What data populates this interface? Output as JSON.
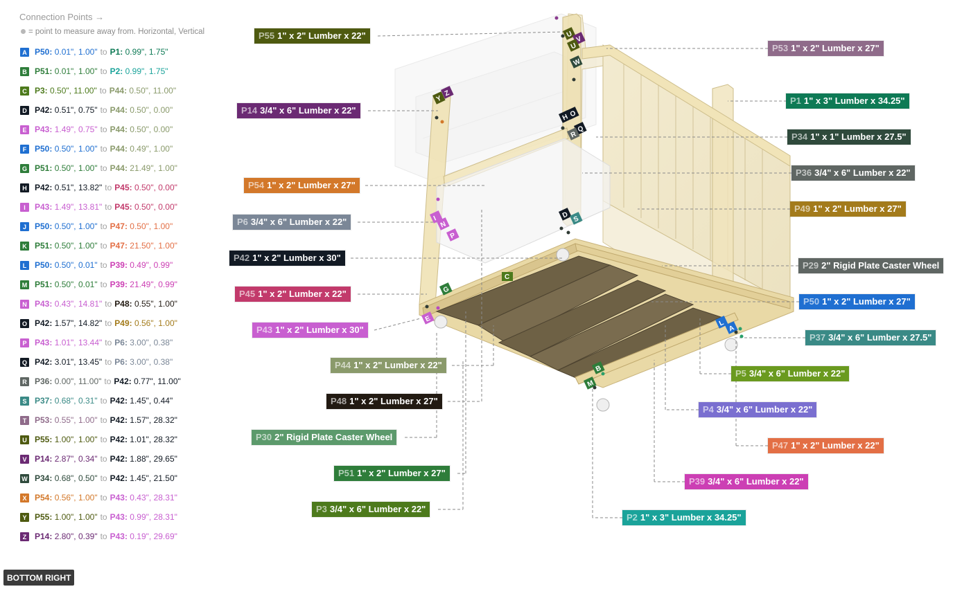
{
  "panel": {
    "title": "Connection Points →",
    "note": "= point to measure away from. Horizontal, Vertical"
  },
  "connection_points": [
    {
      "letter": "A",
      "badge": "#1f6fd1",
      "a_id": "P50",
      "a_val": "0.01\", 1.00\"",
      "a_color": "#1f6fd1",
      "b_id": "P1",
      "b_val": "0.99\", 1.75\"",
      "b_color": "#0e7a55"
    },
    {
      "letter": "B",
      "badge": "#2e7d3a",
      "a_id": "P51",
      "a_val": "0.01\", 1.00\"",
      "a_color": "#2e7d3a",
      "b_id": "P2",
      "b_val": "0.99\", 1.75\"",
      "b_color": "#1aa39a"
    },
    {
      "letter": "C",
      "badge": "#4d7a1c",
      "a_id": "P3",
      "a_val": "0.50\", 11.00\"",
      "a_color": "#4d7a1c",
      "b_id": "P44",
      "b_val": "0.50\", 11.00\"",
      "b_color": "#8a9a6b"
    },
    {
      "letter": "D",
      "badge": "#121a24",
      "a_id": "P42",
      "a_val": "0.51\", 0.75\"",
      "a_color": "#121a24",
      "b_id": "P44",
      "b_val": "0.50\", 0.00\"",
      "b_color": "#8a9a6b"
    },
    {
      "letter": "E",
      "badge": "#c85fd0",
      "a_id": "P43",
      "a_val": "1.49\", 0.75\"",
      "a_color": "#c85fd0",
      "b_id": "P44",
      "b_val": "0.50\", 0.00\"",
      "b_color": "#8a9a6b"
    },
    {
      "letter": "F",
      "badge": "#1f6fd1",
      "a_id": "P50",
      "a_val": "0.50\", 1.00\"",
      "a_color": "#1f6fd1",
      "b_id": "P44",
      "b_val": "0.49\", 1.00\"",
      "b_color": "#8a9a6b"
    },
    {
      "letter": "G",
      "badge": "#2e7d3a",
      "a_id": "P51",
      "a_val": "0.50\", 1.00\"",
      "a_color": "#2e7d3a",
      "b_id": "P44",
      "b_val": "21.49\", 1.00\"",
      "b_color": "#8a9a6b"
    },
    {
      "letter": "H",
      "badge": "#121a24",
      "a_id": "P42",
      "a_val": "0.51\", 13.82\"",
      "a_color": "#121a24",
      "b_id": "P45",
      "b_val": "0.50\", 0.00\"",
      "b_color": "#c23a6b"
    },
    {
      "letter": "I",
      "badge": "#c85fd0",
      "a_id": "P43",
      "a_val": "1.49\", 13.81\"",
      "a_color": "#c85fd0",
      "b_id": "P45",
      "b_val": "0.50\", 0.00\"",
      "b_color": "#c23a6b"
    },
    {
      "letter": "J",
      "badge": "#1f6fd1",
      "a_id": "P50",
      "a_val": "0.50\", 1.00\"",
      "a_color": "#1f6fd1",
      "b_id": "P47",
      "b_val": "0.50\", 1.00\"",
      "b_color": "#e36f45"
    },
    {
      "letter": "K",
      "badge": "#2e7d3a",
      "a_id": "P51",
      "a_val": "0.50\", 1.00\"",
      "a_color": "#2e7d3a",
      "b_id": "P47",
      "b_val": "21.50\", 1.00\"",
      "b_color": "#e36f45"
    },
    {
      "letter": "L",
      "badge": "#1f6fd1",
      "a_id": "P50",
      "a_val": "0.50\", 0.01\"",
      "a_color": "#1f6fd1",
      "b_id": "P39",
      "b_val": "0.49\", 0.99\"",
      "b_color": "#cc3fb4"
    },
    {
      "letter": "M",
      "badge": "#2e7d3a",
      "a_id": "P51",
      "a_val": "0.50\", 0.01\"",
      "a_color": "#2e7d3a",
      "b_id": "P39",
      "b_val": "21.49\", 0.99\"",
      "b_color": "#cc3fb4"
    },
    {
      "letter": "N",
      "badge": "#c85fd0",
      "a_id": "P43",
      "a_val": "0.43\", 14.81\"",
      "a_color": "#c85fd0",
      "b_id": "P48",
      "b_val": "0.55\", 1.00\"",
      "b_color": "#221a12"
    },
    {
      "letter": "O",
      "badge": "#121a24",
      "a_id": "P42",
      "a_val": "1.57\", 14.82\"",
      "a_color": "#121a24",
      "b_id": "P49",
      "b_val": "0.56\", 1.00\"",
      "b_color": "#a37b1b"
    },
    {
      "letter": "P",
      "badge": "#c85fd0",
      "a_id": "P43",
      "a_val": "1.01\", 13.44\"",
      "a_color": "#c85fd0",
      "b_id": "P6",
      "b_val": "3.00\", 0.38\"",
      "b_color": "#7b8797"
    },
    {
      "letter": "Q",
      "badge": "#121a24",
      "a_id": "P42",
      "a_val": "3.01\", 13.45\"",
      "a_color": "#121a24",
      "b_id": "P6",
      "b_val": "3.00\", 0.38\"",
      "b_color": "#7b8797"
    },
    {
      "letter": "R",
      "badge": "#5f6663",
      "a_id": "P36",
      "a_val": "0.00\", 11.00\"",
      "a_color": "#5f6663",
      "b_id": "P42",
      "b_val": "0.77\", 11.00\"",
      "b_color": "#121a24"
    },
    {
      "letter": "S",
      "badge": "#3a8a86",
      "a_id": "P37",
      "a_val": "0.68\", 0.31\"",
      "a_color": "#3a8a86",
      "b_id": "P42",
      "b_val": "1.45\", 0.44\"",
      "b_color": "#121a24"
    },
    {
      "letter": "T",
      "badge": "#8f6b8a",
      "a_id": "P53",
      "a_val": "0.55\", 1.00\"",
      "a_color": "#8f6b8a",
      "b_id": "P42",
      "b_val": "1.57\", 28.32\"",
      "b_color": "#121a24"
    },
    {
      "letter": "U",
      "badge": "#4e5a10",
      "a_id": "P55",
      "a_val": "1.00\", 1.00\"",
      "a_color": "#4e5a10",
      "b_id": "P42",
      "b_val": "1.01\", 28.32\"",
      "b_color": "#121a24"
    },
    {
      "letter": "V",
      "badge": "#6b2a73",
      "a_id": "P14",
      "a_val": "2.87\", 0.34\"",
      "a_color": "#6b2a73",
      "b_id": "P42",
      "b_val": "1.88\", 29.65\"",
      "b_color": "#121a24"
    },
    {
      "letter": "W",
      "badge": "#2f4a3c",
      "a_id": "P34",
      "a_val": "0.68\", 0.50\"",
      "a_color": "#2f4a3c",
      "b_id": "P42",
      "b_val": "1.45\", 21.50\"",
      "b_color": "#121a24"
    },
    {
      "letter": "X",
      "badge": "#d3782a",
      "a_id": "P54",
      "a_val": "0.56\", 1.00\"",
      "a_color": "#d3782a",
      "b_id": "P43",
      "b_val": "0.43\", 28.31\"",
      "b_color": "#c85fd0"
    },
    {
      "letter": "Y",
      "badge": "#4e5a10",
      "a_id": "P55",
      "a_val": "1.00\", 1.00\"",
      "a_color": "#4e5a10",
      "b_id": "P43",
      "b_val": "0.99\", 28.31\"",
      "b_color": "#c85fd0"
    },
    {
      "letter": "Z",
      "badge": "#6b2a73",
      "a_id": "P14",
      "a_val": "2.80\", 0.39\"",
      "a_color": "#6b2a73",
      "b_id": "P43",
      "b_val": "0.19\", 29.69\"",
      "b_color": "#c85fd0"
    }
  ],
  "view_button": {
    "label": "BOTTOM RIGHT"
  },
  "part_labels": [
    {
      "id": "P55",
      "text": "1\" x 2\" Lumber x 22\"",
      "color": "#4e5a10"
    },
    {
      "id": "P53",
      "text": "1\" x 2\" Lumber x 27\"",
      "color": "#8f6b8a"
    },
    {
      "id": "P1",
      "text": "1\" x 3\" Lumber x 34.25\"",
      "color": "#0e7a55"
    },
    {
      "id": "P14",
      "text": "3/4\" x 6\" Lumber x 22\"",
      "color": "#6b2a73"
    },
    {
      "id": "P34",
      "text": "1\" x 1\" Lumber  x 27.5\"",
      "color": "#2f4a3c"
    },
    {
      "id": "P36",
      "text": "3/4\" x 6\" Lumber x 22\"",
      "color": "#5f6663"
    },
    {
      "id": "P54",
      "text": "1\" x 2\" Lumber x 27\"",
      "color": "#d3782a"
    },
    {
      "id": "P49",
      "text": "1\" x 2\" Lumber x 27\"",
      "color": "#a37b1b"
    },
    {
      "id": "P6",
      "text": "3/4\" x 6\" Lumber x 22\"",
      "color": "#7b8797"
    },
    {
      "id": "P42",
      "text": "1\" x 2\" Lumber x 30\"",
      "color": "#121a24"
    },
    {
      "id": "P29",
      "text": "2\" Rigid Plate Caster Wheel",
      "color": "#5f6663"
    },
    {
      "id": "P45",
      "text": "1\" x 2\" Lumber x 22\"",
      "color": "#c23a6b"
    },
    {
      "id": "P50",
      "text": "1\" x 2\" Lumber x 27\"",
      "color": "#1f6fd1"
    },
    {
      "id": "P43",
      "text": "1\" x 2\" Lumber x 30\"",
      "color": "#c85fd0"
    },
    {
      "id": "P37",
      "text": "3/4\" x 6\" Lumber x 27.5\"",
      "color": "#3a8a86"
    },
    {
      "id": "P44",
      "text": "1\" x 2\" Lumber x 22\"",
      "color": "#8a9a6b"
    },
    {
      "id": "P5",
      "text": "3/4\" x 6\" Lumber x 22\"",
      "color": "#6a9a1f"
    },
    {
      "id": "P48",
      "text": "1\" x 2\" Lumber x 27\"",
      "color": "#221a12"
    },
    {
      "id": "P4",
      "text": "3/4\" x 6\" Lumber x 22\"",
      "color": "#7a6fd0"
    },
    {
      "id": "P30",
      "text": "2\" Rigid Plate Caster Wheel",
      "color": "#5c9a6c"
    },
    {
      "id": "P47",
      "text": "1\" x 2\" Lumber x 22\"",
      "color": "#e36f45"
    },
    {
      "id": "P51",
      "text": "1\" x 2\" Lumber x 27\"",
      "color": "#2e7d3a"
    },
    {
      "id": "P39",
      "text": "3/4\" x 6\" Lumber x 22\"",
      "color": "#cc3fb4"
    },
    {
      "id": "P3",
      "text": "3/4\" x 6\" Lumber x 22\"",
      "color": "#4d7a1c"
    },
    {
      "id": "P2",
      "text": "1\" x 3\" Lumber x 34.25\"",
      "color": "#1aa39a"
    }
  ]
}
